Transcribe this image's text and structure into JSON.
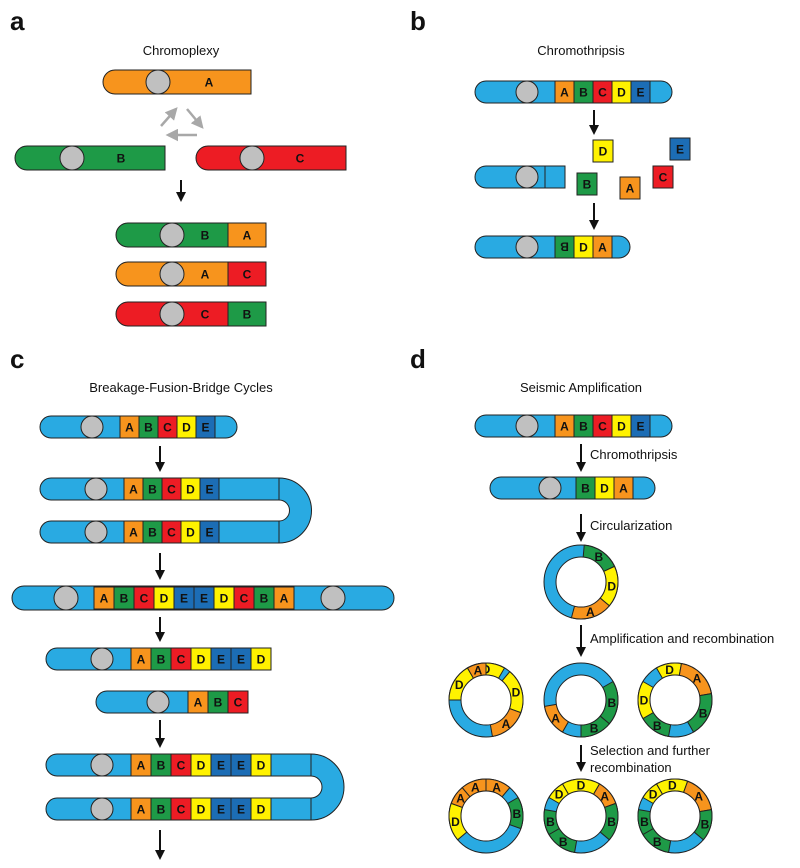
{
  "colors": {
    "blue": "#29aae2",
    "orange": "#f7941d",
    "green": "#1e9a47",
    "red": "#ed1c24",
    "yellow": "#fff200",
    "darkblue": "#1c6db5",
    "grey": "#c0c0c0",
    "arrowgrey": "#a8a8a8",
    "stroke": "#222222"
  },
  "panels": {
    "a": {
      "label": "a",
      "title": "Chromoplexy"
    },
    "b": {
      "label": "b",
      "title": "Chromothripsis"
    },
    "c": {
      "label": "c",
      "title": "Breakage-Fusion-Bridge Cycles"
    },
    "d": {
      "label": "d",
      "title": "Seismic Amplification",
      "steps": [
        "Chromothripsis",
        "Circularization",
        "Amplification and recombination",
        "Selection and further",
        "recombination"
      ]
    }
  },
  "segments": {
    "A": "A",
    "B": "B",
    "C": "C",
    "D": "D",
    "E": "E"
  }
}
